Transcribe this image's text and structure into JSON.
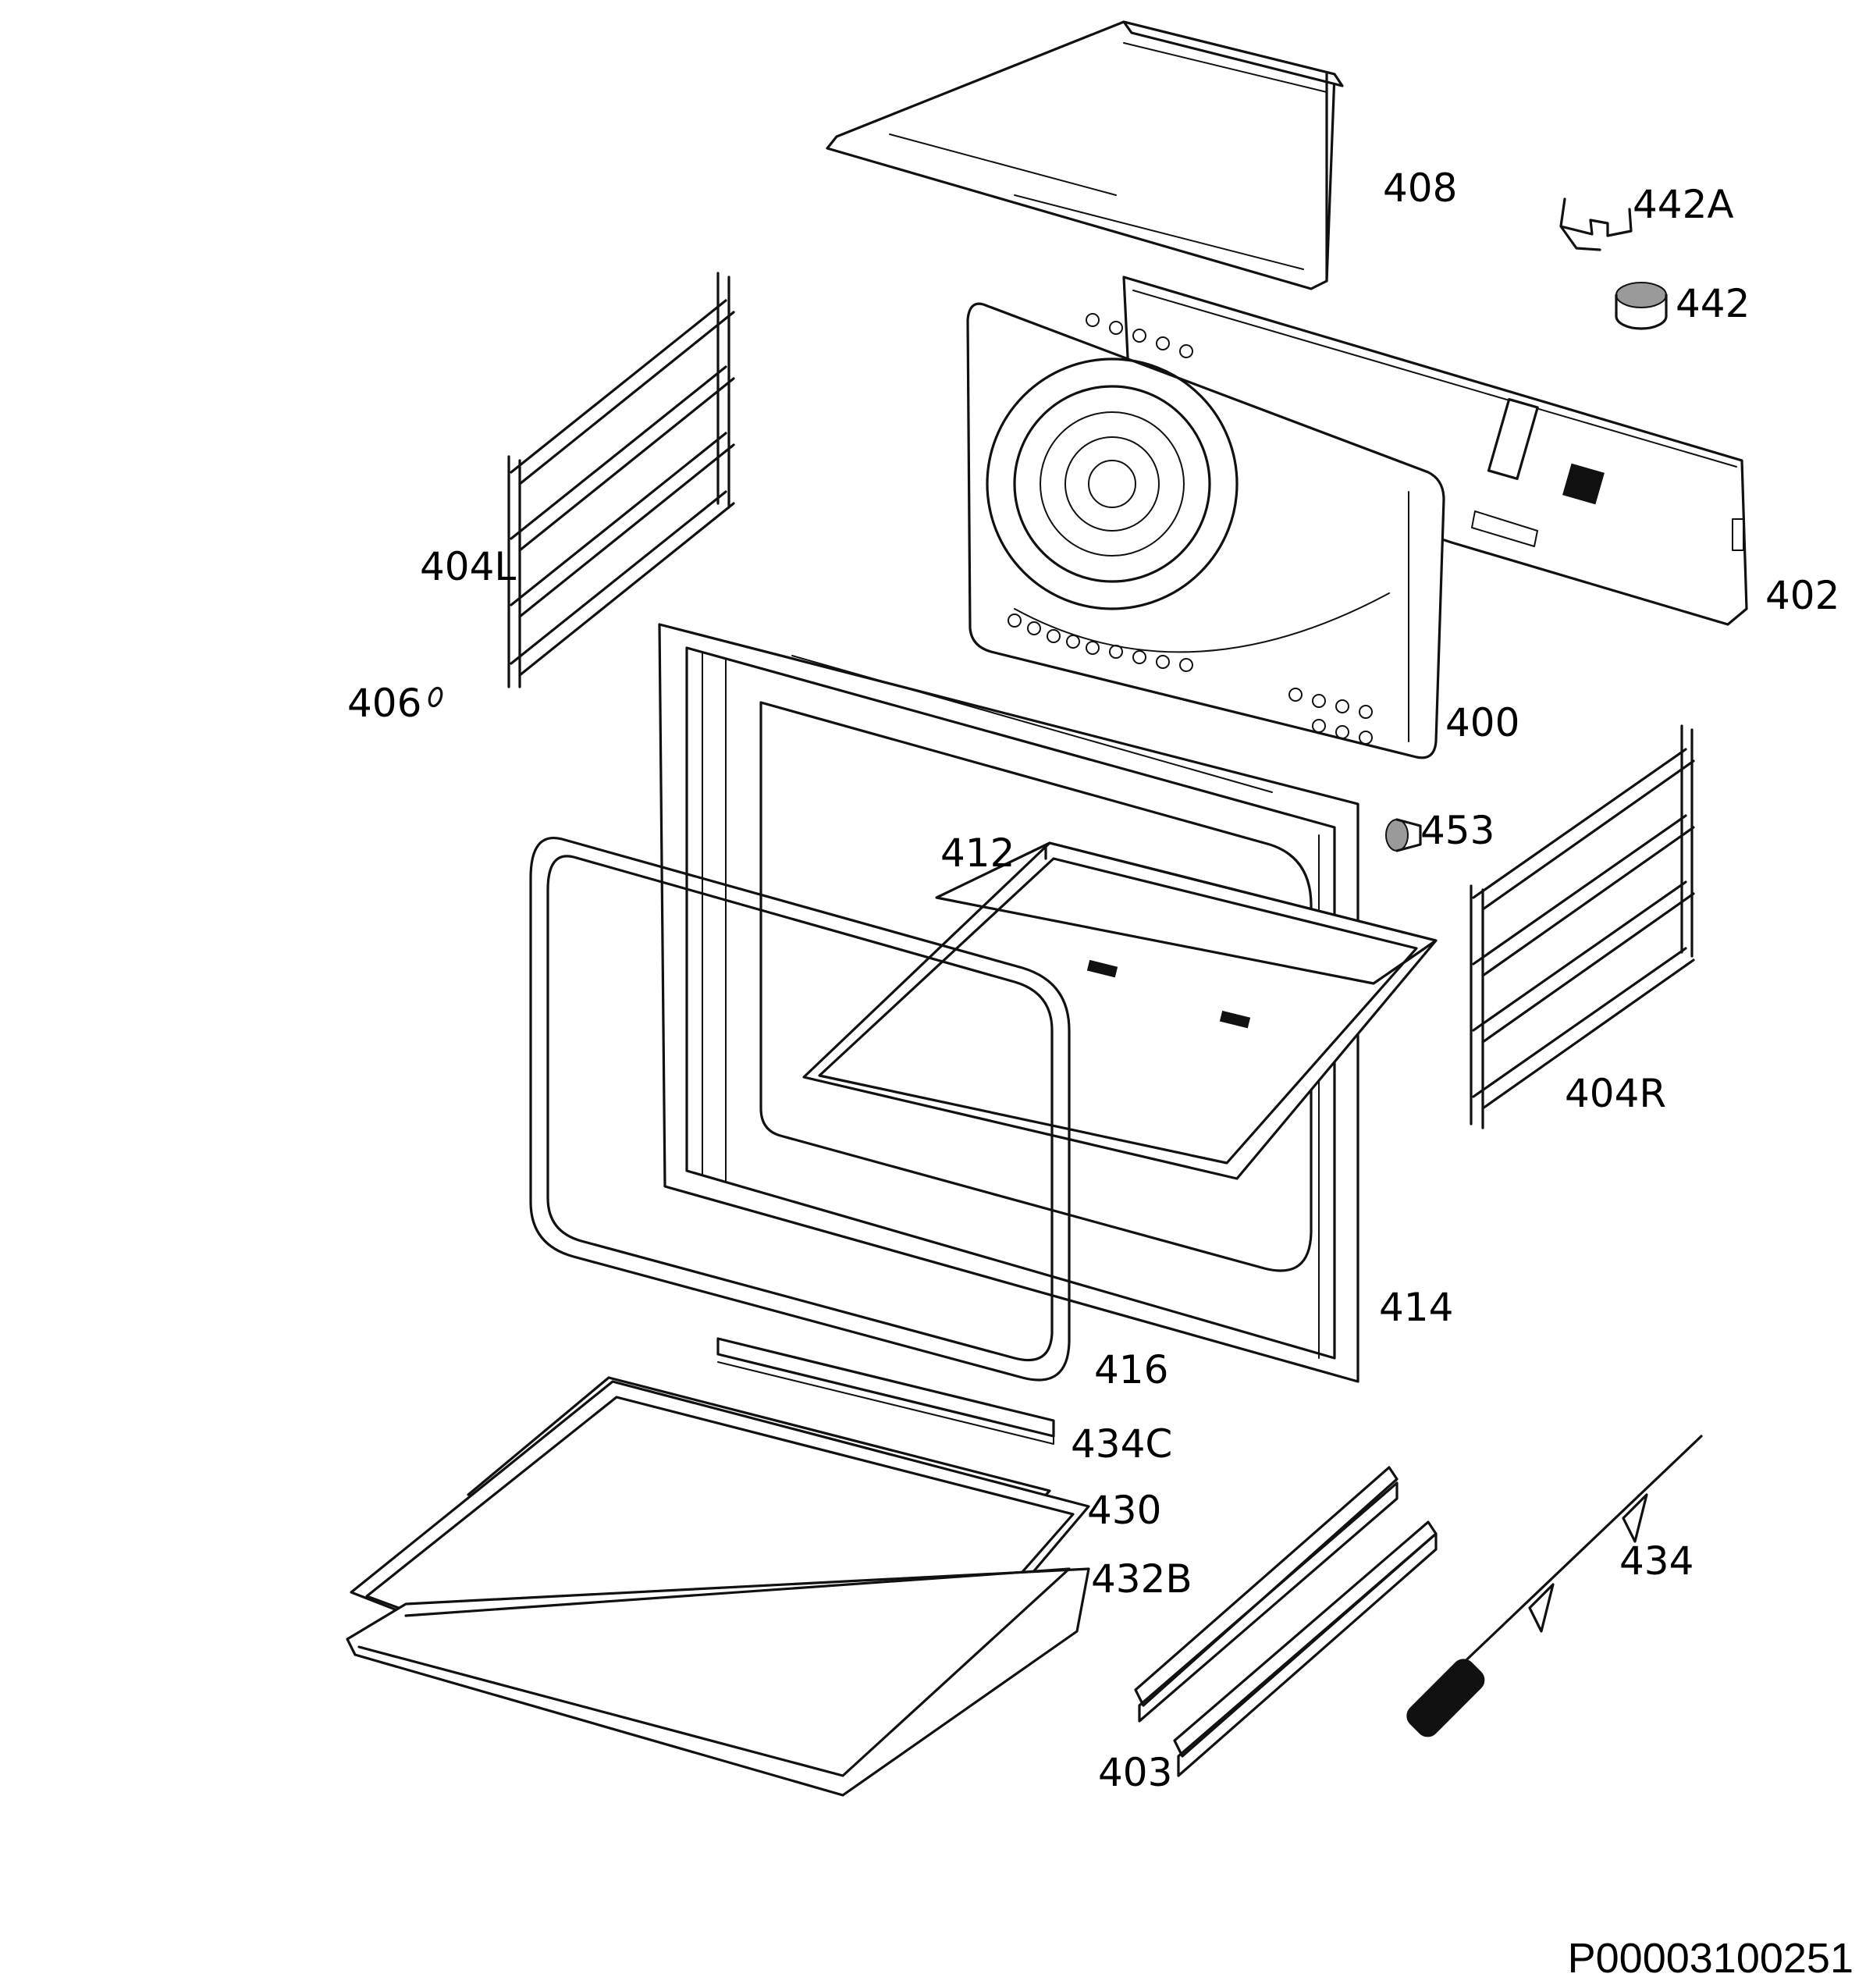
{
  "diagram": {
    "labels": {
      "p408": "408",
      "p442A": "442A",
      "p442": "442",
      "p404L": "404L",
      "p402": "402",
      "p406": "406",
      "p400": "400",
      "p453": "453",
      "p412": "412",
      "p404R": "404R",
      "p414": "414",
      "p416": "416",
      "p434C": "434C",
      "p430": "430",
      "p432B": "432B",
      "p434": "434",
      "p403": "403"
    },
    "drawing_code": "P00003100251"
  }
}
